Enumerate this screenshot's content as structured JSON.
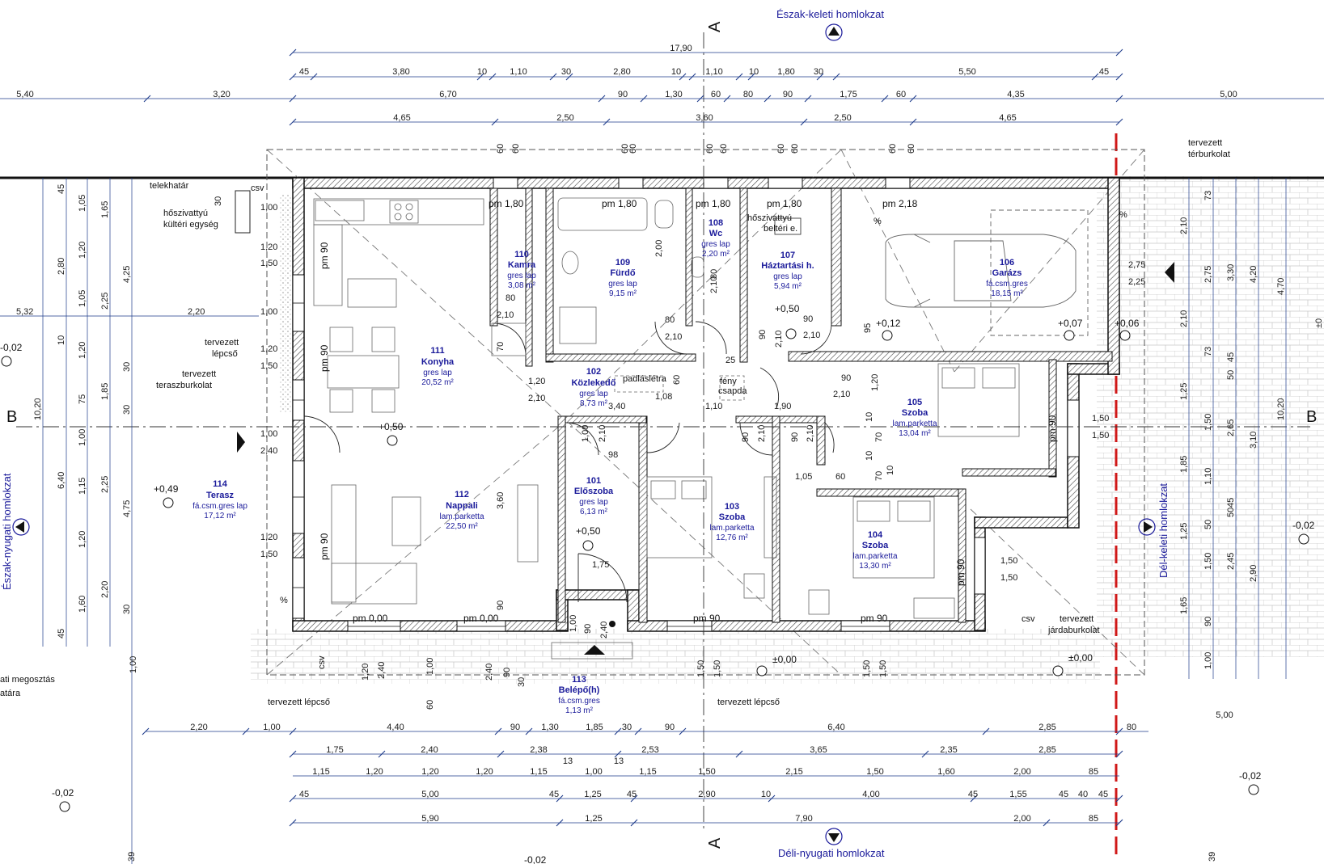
{
  "elevations": {
    "top": "Észak-keleti homlokzat",
    "bottom": "Déli-nyugati homlokzat",
    "left": "Észak-nyugati homlokzat",
    "right": "Dél-keleti homlokzat"
  },
  "sections": {
    "a_label": "A",
    "b_label": "B"
  },
  "rooms": [
    {
      "num": "101",
      "name": "Előszoba",
      "floor": "gres lap",
      "area": "6,13 m²"
    },
    {
      "num": "102",
      "name": "Közlekedő",
      "floor": "gres lap",
      "area": "8,73 m²"
    },
    {
      "num": "103",
      "name": "Szoba",
      "floor": "lam.parketta",
      "area": "12,76 m²"
    },
    {
      "num": "104",
      "name": "Szoba",
      "floor": "lam.parketta",
      "area": "13,30 m²"
    },
    {
      "num": "105",
      "name": "Szoba",
      "floor": "lam.parketta",
      "area": "13,04 m²"
    },
    {
      "num": "106",
      "name": "Garázs",
      "floor": "fá.csm.gres",
      "area": "18,15 m²"
    },
    {
      "num": "107",
      "name": "Háztartási h.",
      "floor": "gres lap",
      "area": "5,94 m²"
    },
    {
      "num": "108",
      "name": "Wc",
      "floor": "gres lap",
      "area": "2,20 m²"
    },
    {
      "num": "109",
      "name": "Fürdő",
      "floor": "gres lap",
      "area": "9,15 m²"
    },
    {
      "num": "110",
      "name": "Kamra",
      "floor": "gres lap",
      "area": "3,08 m²"
    },
    {
      "num": "111",
      "name": "Konyha",
      "floor": "gres lap",
      "area": "20,52 m²"
    },
    {
      "num": "112",
      "name": "Nappali",
      "floor": "lam.parketta",
      "area": "22,50 m²"
    },
    {
      "num": "113",
      "name": "Belépő(h)",
      "floor": "fá.csm.gres",
      "area": "1,13 m²"
    },
    {
      "num": "114",
      "name": "Terasz",
      "floor": "fá.csm.gres lap",
      "area": "17,12 m²"
    }
  ],
  "notes": {
    "telekhatar": "telekhatár",
    "csv": "csv",
    "hoszivattyu_kulteri_1": "hőszivattyú",
    "hoszivattyu_kulteri_2": "kültéri egység",
    "hoszivattyu_belteri_1": "hőszivattyú",
    "hoszivattyu_belteri_2": "beltéri e.",
    "tervezett_terburkolat_1": "tervezett",
    "tervezett_terburkolat_2": "térburkolat",
    "tervezett_lepcso_1": "tervezett",
    "tervezett_lepcso_2": "lépcső",
    "tervezett_teraszburkolat_1": "tervezett",
    "tervezett_teraszburkolat_2": "teraszburkolat",
    "tervezett_jardaburkolat_1": "tervezett",
    "tervezett_jardaburkolat_2": "járdaburkolat",
    "tervezett_lepcso_bottom": "tervezett lépcső",
    "padlaslétra": "padláslétra",
    "fenyc_1": "fény",
    "fenyc_2": "csapda",
    "megosztas_1": "ati megosztás",
    "megosztas_2": "atára",
    "percent": "%"
  },
  "levels": {
    "l_049": "+0,49",
    "l_050a": "+0,50",
    "l_050b": "+0,50",
    "l_050c": "+0,50",
    "l_012": "+0,12",
    "l_007": "+0,07",
    "l_006": "+0,06",
    "l_000a": "±0,00",
    "l_000b": "±0,00",
    "m002a": "-0,02",
    "m002b": "-0,02",
    "m002c": "-0,02",
    "m002d": "-0,02",
    "m002e": "-0,02"
  },
  "pm_labels": {
    "pm180a": "pm 1,80",
    "pm180b": "pm 1,80",
    "pm180c": "pm 1,80",
    "pm180d": "pm 1,80",
    "pm218": "pm 2,18",
    "pm90a": "pm 90",
    "pm90b": "pm 90",
    "pm90c": "pm 90",
    "pm90d": "pm 90",
    "pm90e": "pm 90",
    "pm90f": "pm 90",
    "pm90g": "pm 90",
    "pm000a": "pm 0,00",
    "pm000b": "pm 0,00"
  },
  "top_dims": {
    "row1": [
      "17,90"
    ],
    "row2": [
      "45",
      "3,80",
      "10",
      "1,10",
      "30",
      "2,80",
      "10",
      "1,10",
      "10",
      "1,80",
      "30",
      "5,50",
      "45"
    ],
    "row3": [
      "5,40",
      "3,20",
      "6,70",
      "90",
      "1,30",
      "60",
      "80",
      "90",
      "1,75",
      "60",
      "4,35",
      "5,00"
    ],
    "row4": [
      "4,65",
      "2,50",
      "3,60",
      "2,50",
      "4,65"
    ],
    "openings": [
      "60",
      "60",
      "60",
      "60",
      "60",
      "60",
      "60",
      "60",
      "60",
      "60"
    ]
  },
  "bottom_dims": {
    "row1": [
      "2,20",
      "1,00",
      "4,40",
      "90",
      "1,30",
      "1,85",
      "30",
      "90",
      "6,40",
      "2,85",
      "80"
    ],
    "row1b": [
      "5,00"
    ],
    "row2": [
      "1,75",
      "2,40",
      "2,38",
      "2,53",
      "3,65",
      "2,35",
      "2,85"
    ],
    "row3": [
      "1,15",
      "1,20",
      "1,20",
      "1,20",
      "1,15",
      "13",
      "1,00",
      "13",
      "1,15",
      "1,50",
      "2,15",
      "1,50",
      "1,60",
      "2,00",
      "85"
    ],
    "row4": [
      "45",
      "5,00",
      "45",
      "1,25",
      "45",
      "2,90",
      "10",
      "4,00",
      "45",
      "1,55",
      "45",
      "40",
      "45"
    ],
    "row5": [
      "5,90",
      "1,25",
      "7,90",
      "2,00",
      "85"
    ],
    "left_vals": [
      "39",
      "39",
      "-0,02"
    ]
  },
  "left_dims": {
    "col1": [
      "10,20"
    ],
    "col2": [
      "2,80",
      "6,40"
    ],
    "col3": [
      "45",
      "1,05",
      "1,20",
      "1,05",
      "10",
      "1,20",
      "75",
      "1,00",
      "1,15",
      "1,20",
      "1,60",
      "45"
    ],
    "col4": [
      "1,65",
      "2,25",
      "1,85",
      "2,25",
      "2,20"
    ],
    "col5": [
      "4,25",
      "30",
      "30",
      "4,75",
      "30"
    ],
    "side": [
      "5,32",
      "2,20",
      "1,00"
    ]
  },
  "right_dims": {
    "col1": [
      "2,10",
      "73",
      "2,10",
      "73",
      "1,25",
      "1,50",
      "1,85",
      "1,25",
      "1,50",
      "1,65",
      "1,00"
    ],
    "col2": [
      "2,75",
      "2,10",
      "50",
      "50",
      "2,65",
      "1,10",
      "50",
      "50",
      "2,45",
      "90",
      "1,00"
    ],
    "col3": [
      "3,30",
      "45",
      "45",
      "3,10",
      "2,90"
    ],
    "col4": [
      "4,20",
      "10,20"
    ],
    "col5": [
      "4,70",
      "±0"
    ]
  },
  "inner_dims": [
    "1,00",
    "1,20",
    "1,50",
    "1,20",
    "1,50",
    "1,00",
    "2,40",
    "1,20",
    "1,50",
    "80",
    "2,10",
    "70",
    "2,00",
    "80",
    "2,10",
    "80",
    "2,10",
    "90",
    "2,10",
    "95",
    "90",
    "2,10",
    "1,20",
    "2,10",
    "3,40",
    "1,08",
    "1,10",
    "1,90",
    "60",
    "25",
    "90",
    "2,10",
    "1,20",
    "1,00",
    "2,10",
    "98",
    "90",
    "2,10",
    "90",
    "2,10",
    "10",
    "70",
    "60",
    "10",
    "70",
    "10",
    "1,05",
    "3,60",
    "1,75",
    "+0,50",
    "90",
    "1,00",
    "2,40",
    "1,50",
    "1,50",
    "1,50",
    "1,50",
    "90",
    "2,40",
    "1,20",
    "1,00",
    "2,40",
    "30",
    "60",
    "90",
    "1,00",
    "2,75",
    "2,25",
    "1,50",
    "1,50",
    "1,50",
    "1,50",
    "30"
  ]
}
